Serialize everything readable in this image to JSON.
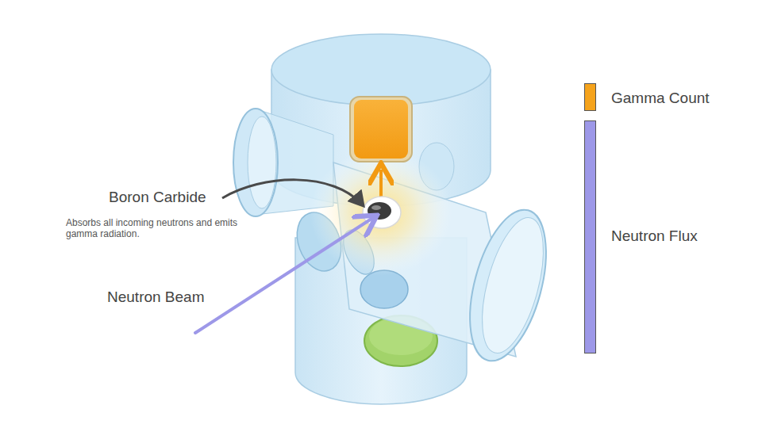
{
  "diagram": {
    "labels": [
      "Boron Carbide",
      "Absorbs all incoming neutrons and emits gamma radiation.",
      "Neutron Beam"
    ],
    "legend": [
      {
        "text": "Gamma Count",
        "color": "#f5a31c"
      },
      {
        "text": "Neutron Flux",
        "color": "#9d98e8"
      }
    ]
  }
}
